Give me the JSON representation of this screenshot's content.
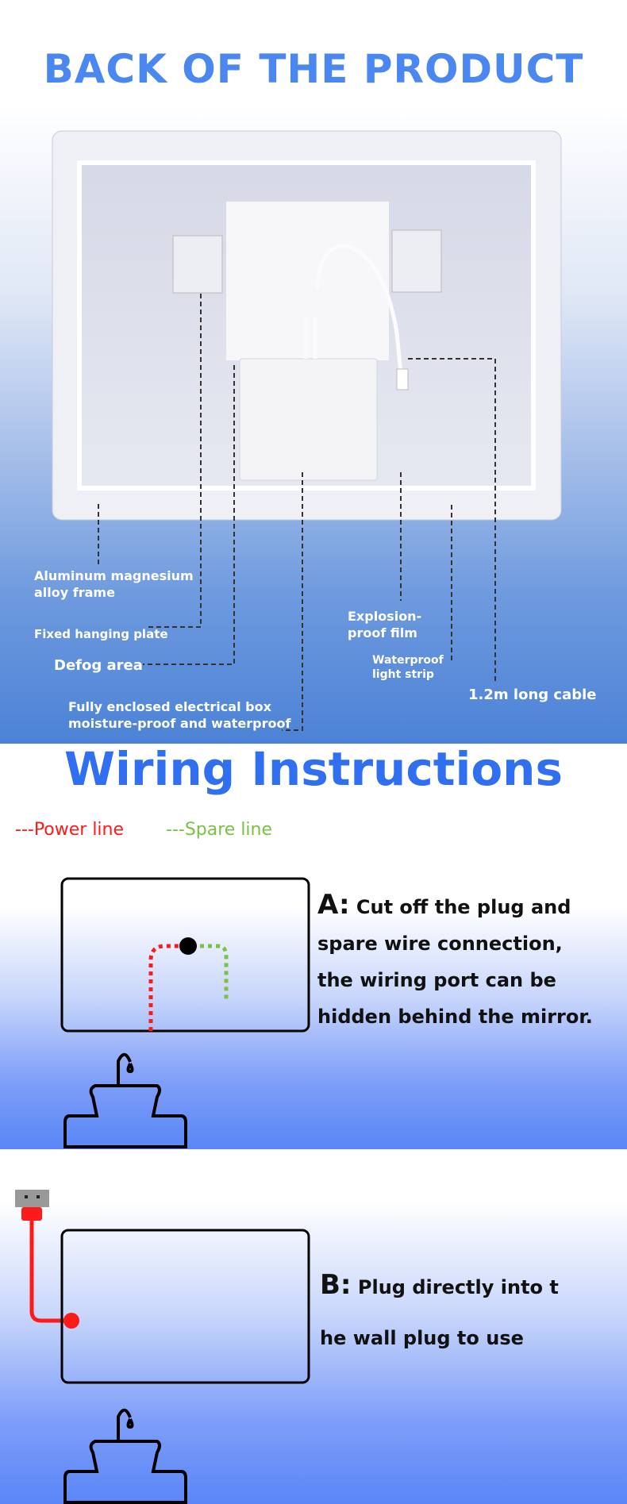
{
  "back": {
    "title": "BACK OF THE PRODUCT",
    "labels": {
      "frame": [
        "Aluminum magnesium",
        "alloy frame"
      ],
      "plate": "Fixed hanging plate",
      "defog": "Defog area",
      "box": [
        "Fully enclosed electrical box",
        "moisture-proof and waterproof"
      ],
      "film": [
        "Explosion-",
        "proof film"
      ],
      "strip": [
        "Waterproof",
        "light strip"
      ],
      "cable": "1.2m long cable"
    }
  },
  "wiring": {
    "title": "Wiring Instructions",
    "legend": {
      "power": "---Power line",
      "spare": "---Spare line",
      "power_color": "#ff1a1a",
      "spare_color": "#7cc242"
    },
    "a": {
      "prefix": "A:",
      "lines": [
        "Cut off the plug and",
        "spare wire connection,",
        "the wiring port can be",
        "hidden behind the mirror."
      ]
    },
    "b": {
      "prefix": "B:",
      "lines": [
        "Plug directly into t",
        "he wall plug to use"
      ]
    }
  }
}
